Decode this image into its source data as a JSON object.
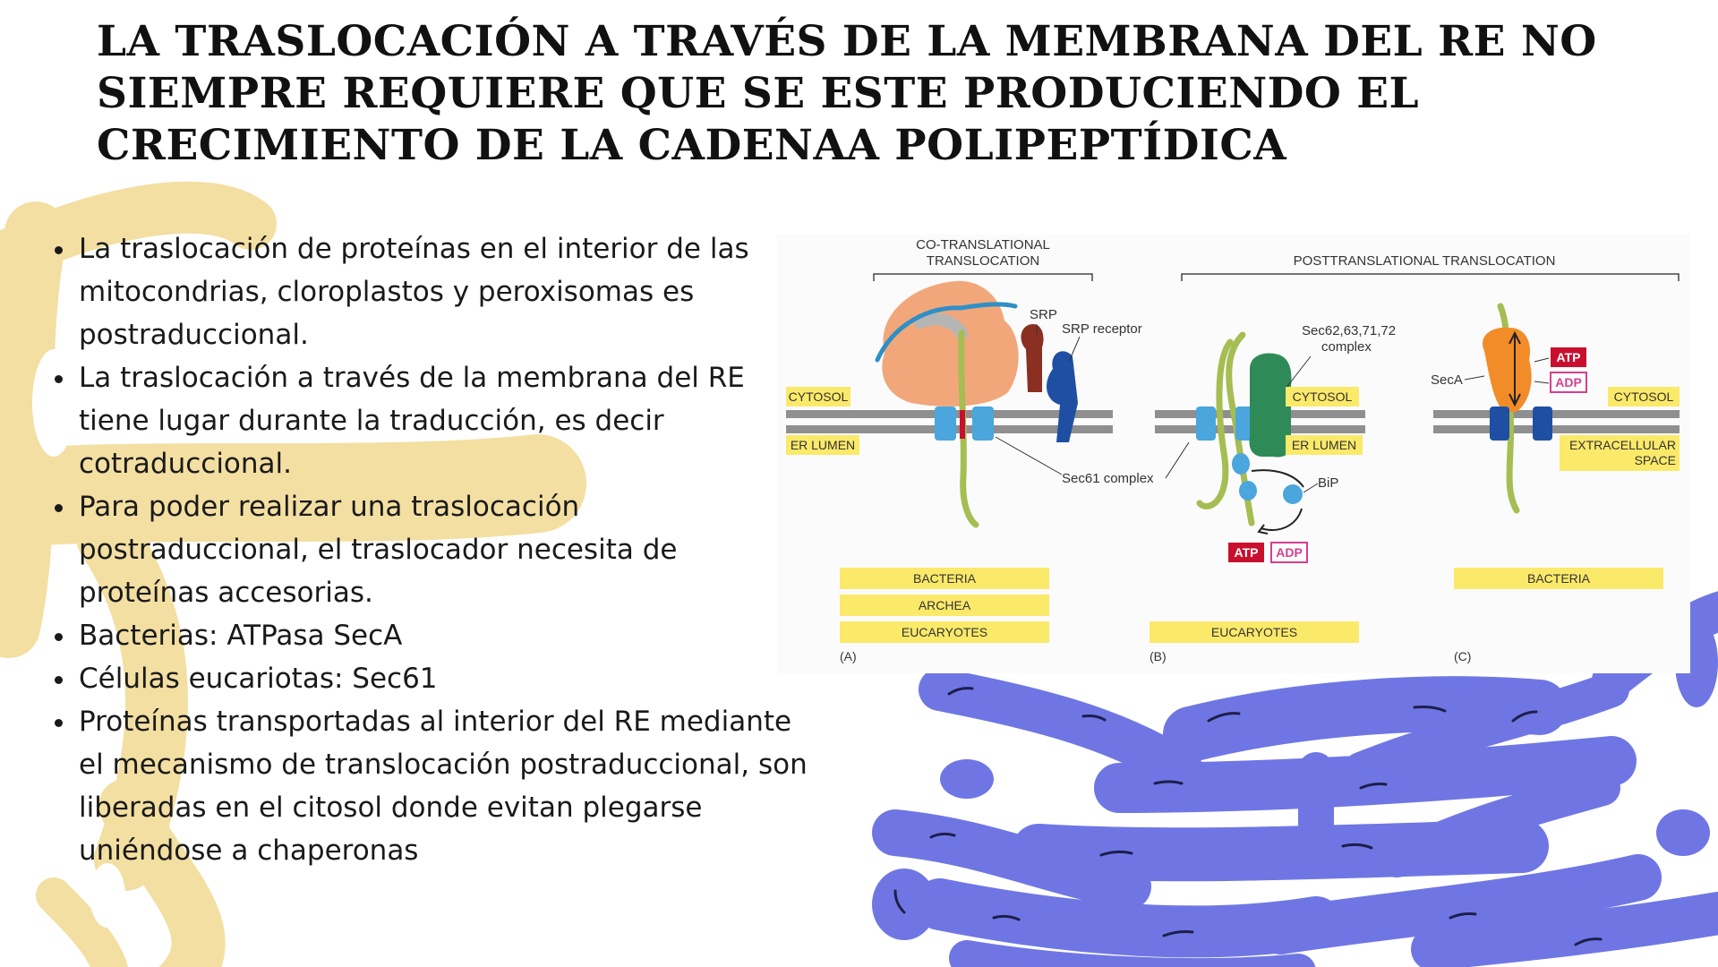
{
  "title": "LA TRASLOCACIÓN A TRAVÉS DE LA MEMBRANA DEL RE NO SIEMPRE REQUIERE QUE SE ESTE PRODUCIENDO EL CRECIMIENTO DE LA CADENAA POLIPEPTÍDICA",
  "bullets": [
    "La traslocación de proteínas en el interior de las mitocondrias, cloroplastos y peroxisomas es postraduccional.",
    "La traslocación a través de la membrana del RE tiene lugar durante la traducción, es decir cotraduccional.",
    "Para poder realizar una traslocación postraduccional, el traslocador necesita de proteínas accesorias.",
    "Bacterias: ATPasa SecA",
    "Células eucariotas: Sec61",
    "Proteínas transportadas al interior del RE mediante el mecanismo de translocación postraduccional, son liberadas en el citosol donde evitan plegarse uniéndose a chaperonas"
  ],
  "figure": {
    "header_a_line1": "CO-TRANSLATIONAL",
    "header_a_line2": "TRANSLOCATION",
    "header_bc": "POSTTRANSLATIONAL TRANSLOCATION",
    "srp": "SRP",
    "srp_receptor": "SRP receptor",
    "cytosol": "CYTOSOL",
    "er_lumen": "ER LUMEN",
    "sec61_complex": "Sec61 complex",
    "sec_complex_line1": "Sec62,63,71,72",
    "sec_complex_line2": "complex",
    "bip": "BiP",
    "atp": "ATP",
    "adp": "ADP",
    "seca": "SecA",
    "extracellular_line1": "EXTRACELLULAR",
    "extracellular_line2": "SPACE",
    "bacteria": "BACTERIA",
    "archea": "ARCHEA",
    "eucaryotes": "EUCARYOTES",
    "panel_a": "(A)",
    "panel_b": "(B)",
    "panel_c": "(C)"
  },
  "colors": {
    "decor_yellow": "#f3dfa2",
    "decor_blue": "#6f76e4",
    "label_yellow": "#fbe96a",
    "membrane_gray": "#8f8f8f",
    "ribosome_orange": "#f2a77a",
    "polypeptide_green": "#a6bd52",
    "channel_blue": "#4aa6dc",
    "atp_red": "#c8102e",
    "adp_pink": "#d63f8e"
  }
}
